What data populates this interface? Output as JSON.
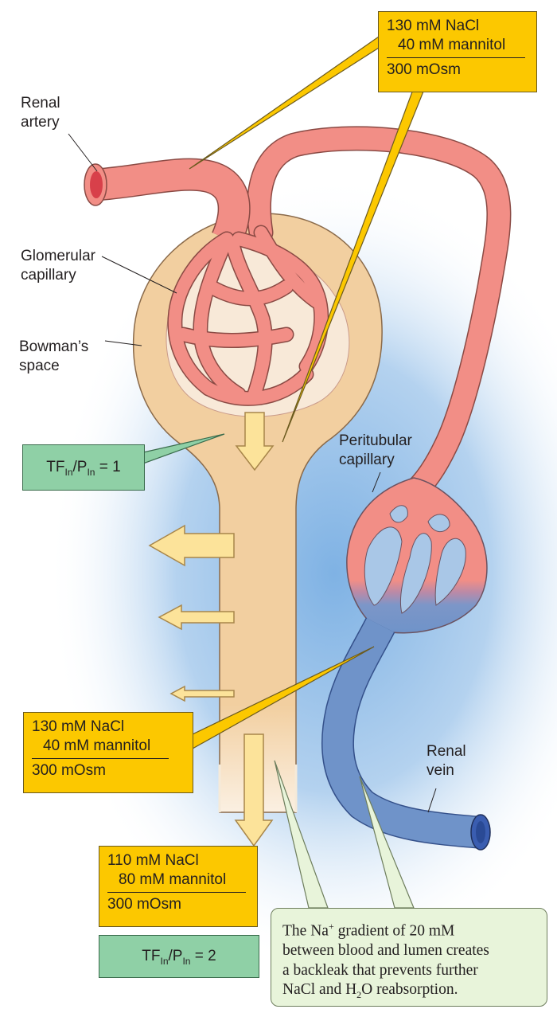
{
  "labels": {
    "renal_artery": [
      "Renal",
      "artery"
    ],
    "glomerular_capillary": [
      "Glomerular",
      "capillary"
    ],
    "bowmans_space": [
      "Bowman’s",
      "space"
    ],
    "peritubular_capillary": [
      "Peritubular",
      "capillary"
    ],
    "renal_vein": [
      "Renal",
      "vein"
    ]
  },
  "boxes": {
    "top": {
      "nacl": "130 mM NaCl",
      "mannitol": "40 mM mannitol",
      "osm": "300 mOsm"
    },
    "middle": {
      "nacl": "130 mM NaCl",
      "mannitol": "40 mM mannitol",
      "osm": "300 mOsm"
    },
    "bottom": {
      "nacl": "110 mM NaCl",
      "mannitol": "80 mM mannitol",
      "osm": "300 mOsm"
    }
  },
  "tf_ratio": {
    "prefix": "TF",
    "sub1": "In",
    "mid": "/P",
    "sub2": "In",
    "upper_value": " = 1",
    "lower_value": " = 2"
  },
  "note": {
    "part1": "The Na",
    "sup": "+",
    "part2": " gradient of 20 mM",
    "line2": "between blood and lumen creates",
    "line3": "a backleak that prevents further",
    "line4a": "NaCl and H",
    "line4sub": "2",
    "line4b": "O reabsorption."
  },
  "colors": {
    "arteriole": "#f28e86",
    "vein": "#6f93c9",
    "tubule": "#f2cfa0",
    "concentration_box": "#fcc800",
    "ratio_box": "#8fd0a6",
    "note_box": "#e8f4da"
  }
}
